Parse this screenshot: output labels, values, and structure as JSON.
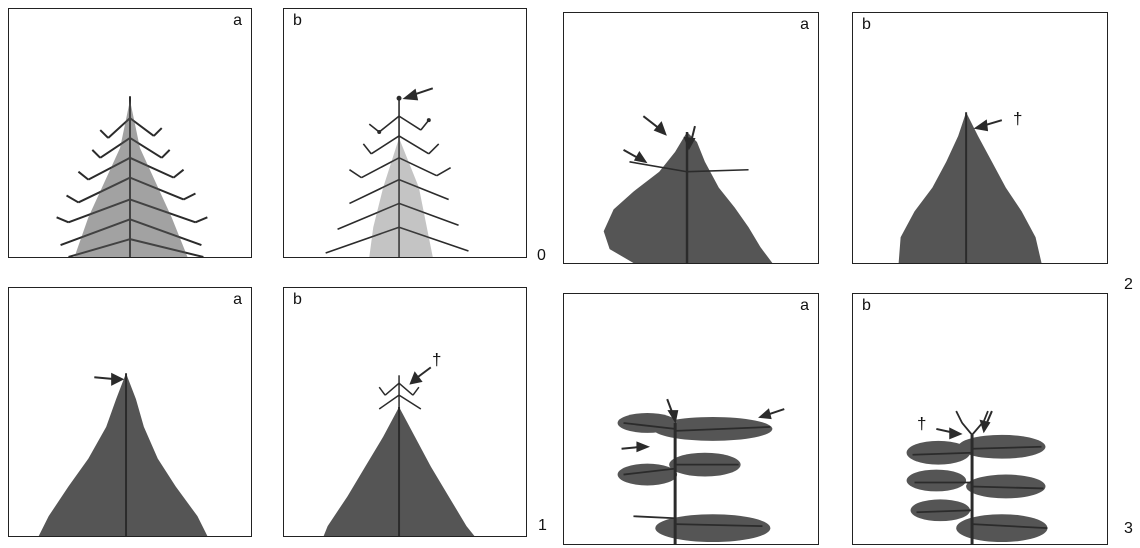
{
  "panels": {
    "p0a": {
      "label": "a"
    },
    "p0b": {
      "label": "b"
    },
    "p1a": {
      "label": "a"
    },
    "p1b": {
      "label": "b",
      "mark": "†"
    },
    "p2a": {
      "label": "a"
    },
    "p2b": {
      "label": "b",
      "mark": "†"
    },
    "p3a": {
      "label": "a"
    },
    "p3b": {
      "label": "b",
      "mark": "†"
    }
  },
  "row_labels": {
    "r0": "0",
    "r1": "1",
    "r2": "2",
    "r3": "3"
  },
  "colors": {
    "foliage": "#555555",
    "stem": "#2b2b2b",
    "frame": "#222222"
  }
}
